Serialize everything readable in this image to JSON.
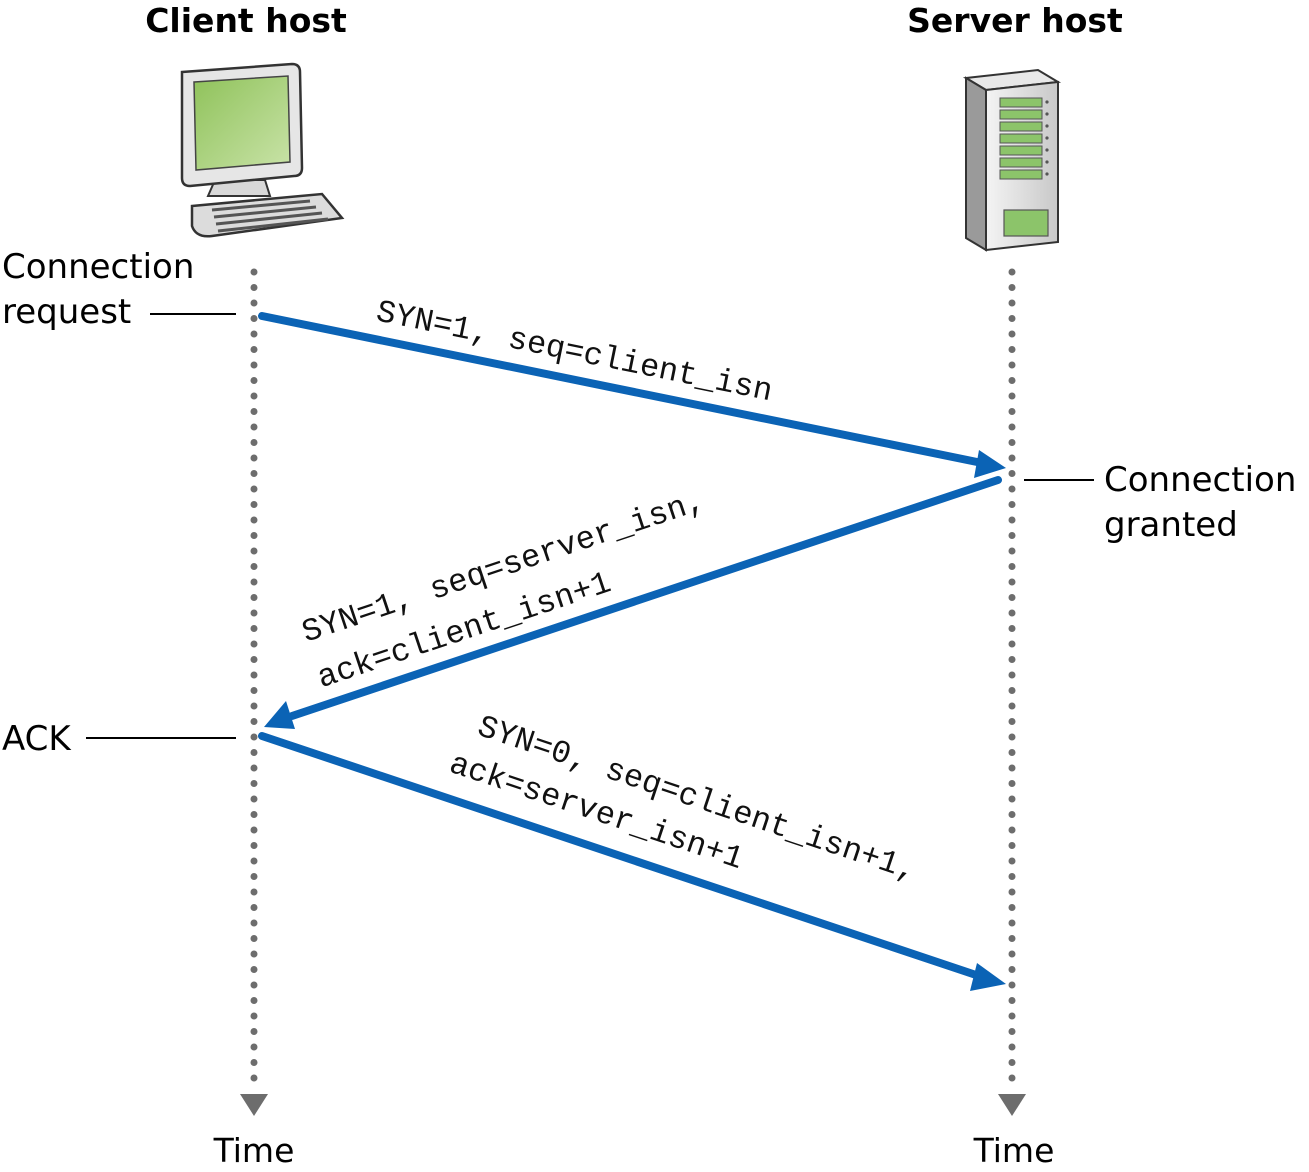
{
  "hosts": {
    "client": {
      "title": "Client host",
      "time_label": "Time"
    },
    "server": {
      "title": "Server host",
      "time_label": "Time"
    }
  },
  "events": {
    "connection_request": [
      "Connection",
      "request"
    ],
    "connection_granted": [
      "Connection",
      "granted"
    ],
    "ack": "ACK"
  },
  "messages": {
    "syn": [
      "SYN=1, seq=client_isn"
    ],
    "synack": [
      "SYN=1, seq=server_isn,",
      "ack=client_isn+1"
    ],
    "ack": [
      "SYN=0, seq=client_isn+1,",
      "ack=server_isn+1"
    ]
  },
  "colors": {
    "arrow": "#0b63b5",
    "timeline": "#6d6d6d",
    "screen": "#9cc96b",
    "server_panel": "#8cc46a"
  },
  "icons": {
    "client": "desktop-computer-icon",
    "server": "server-tower-icon"
  }
}
